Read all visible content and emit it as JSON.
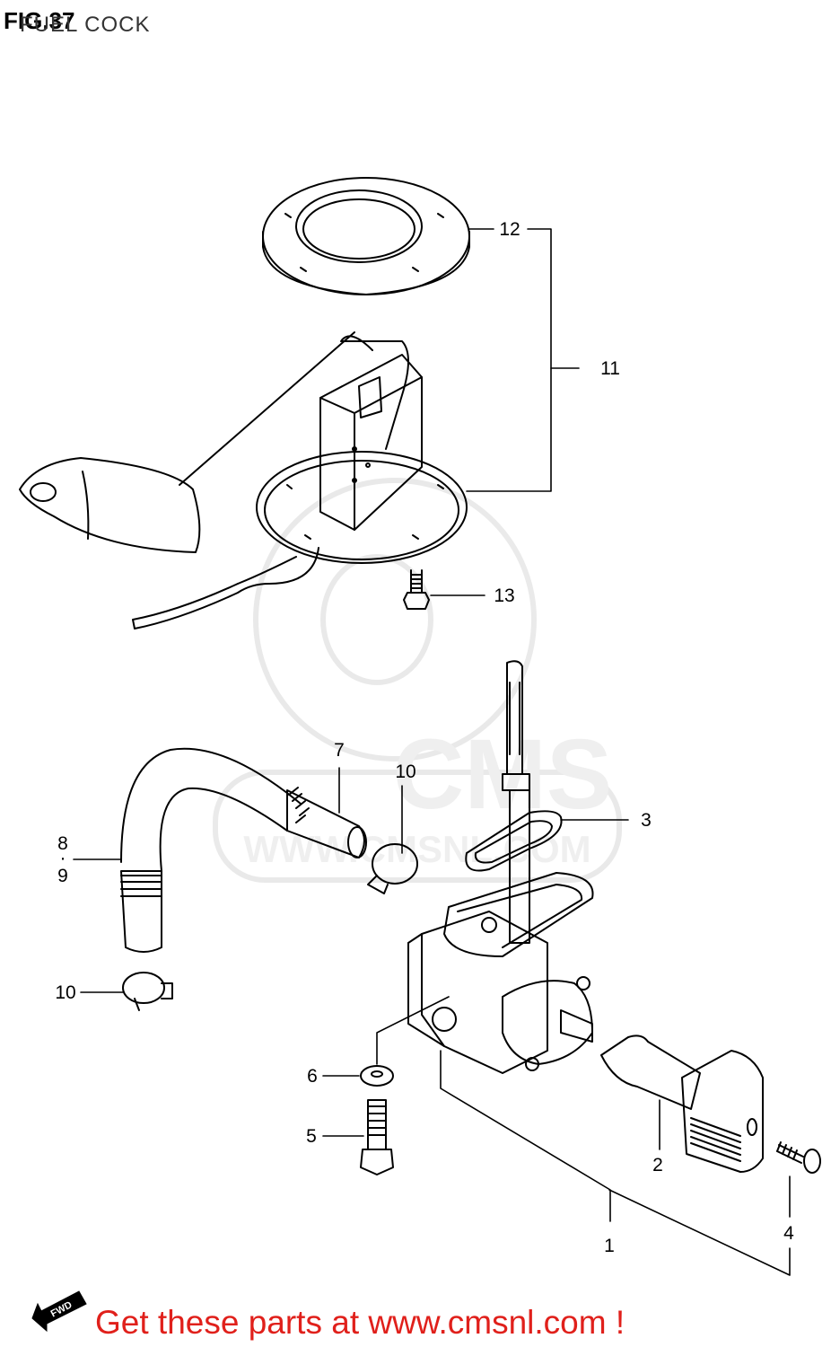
{
  "figure": {
    "title": "FIG.37",
    "subtitle": "FUEL COCK"
  },
  "parts": [
    {
      "id": "1",
      "label": "1"
    },
    {
      "id": "2",
      "label": "2"
    },
    {
      "id": "3",
      "label": "3"
    },
    {
      "id": "4",
      "label": "4"
    },
    {
      "id": "5",
      "label": "5"
    },
    {
      "id": "6",
      "label": "6"
    },
    {
      "id": "7",
      "label": "7"
    },
    {
      "id": "8",
      "label": "8"
    },
    {
      "id": "9",
      "label": "9"
    },
    {
      "id": "10a",
      "label": "10"
    },
    {
      "id": "10b",
      "label": "10"
    },
    {
      "id": "11",
      "label": "11"
    },
    {
      "id": "12",
      "label": "12"
    },
    {
      "id": "13",
      "label": "13"
    }
  ],
  "callout_dot": "·",
  "watermark": {
    "brand": "CMS",
    "url": "WWW.CMSNL.COM"
  },
  "fwd_badge": {
    "text": "FWD"
  },
  "footer": {
    "text": "Get these parts at www.cmsnl.com !",
    "color": "#e0201b"
  }
}
